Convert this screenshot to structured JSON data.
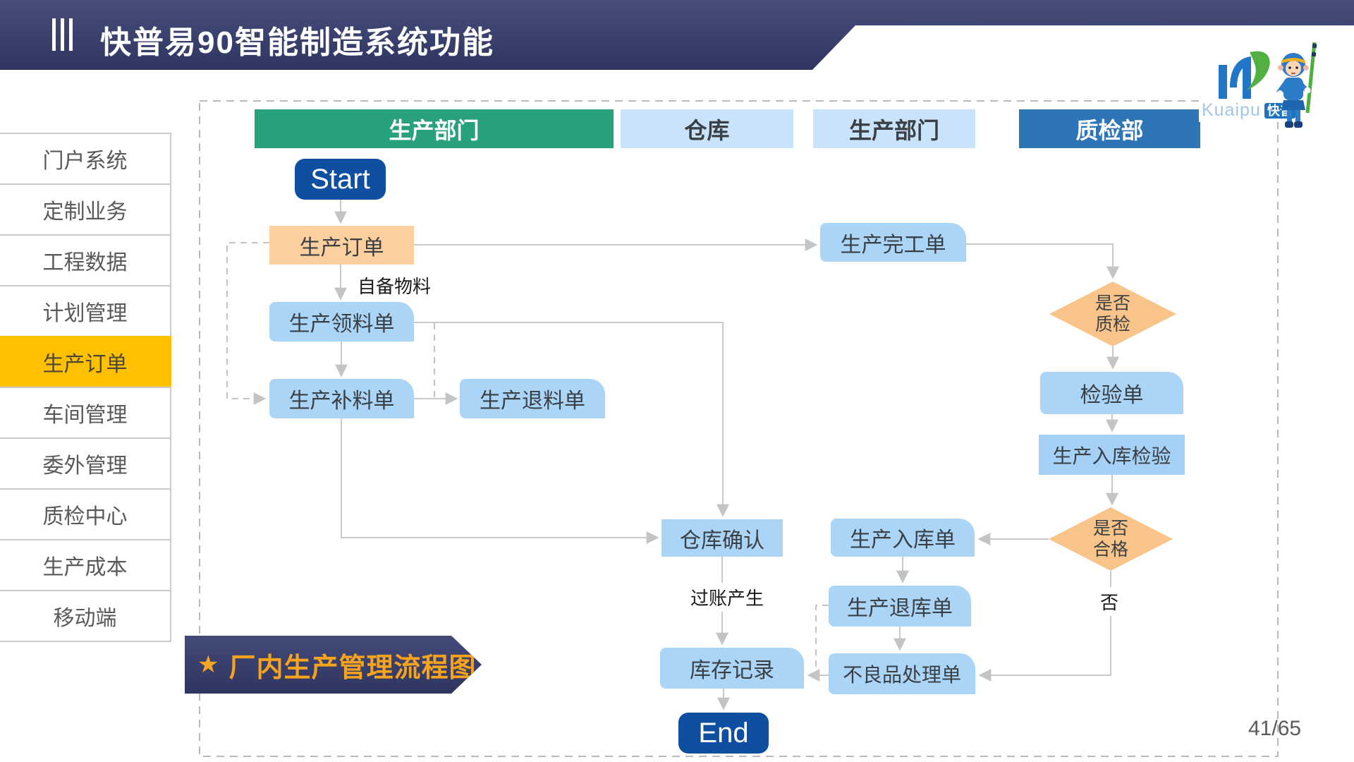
{
  "header": {
    "title": "快普易90智能制造系统功能"
  },
  "logo": {
    "brand_en": "Kuaipu",
    "brand_cn": "快普",
    "reg": "®"
  },
  "sidebar": {
    "active_index": 4,
    "items": [
      "门户系统",
      "定制业务",
      "工程数据",
      "计划管理",
      "生产订单",
      "车间管理",
      "委外管理",
      "质检中心",
      "生产成本",
      "移动端"
    ]
  },
  "lanes": [
    {
      "label": "生产部门",
      "color": "#27a27d"
    },
    {
      "label": "仓库",
      "color": "#c8e3fa"
    },
    {
      "label": "生产部门",
      "color": "#c8e3fa"
    },
    {
      "label": "质检部",
      "color": "#2e75b8"
    }
  ],
  "flow": {
    "start": "Start",
    "end": "End",
    "order": "生产订单",
    "pick": "生产领料单",
    "supplement": "生产补料单",
    "material_return": "生产退料单",
    "finish": "生产完工单",
    "warehouse_confirm": "仓库确认",
    "stock_record": "库存记录",
    "stock_in": "生产入库单",
    "stock_in_return": "生产退库单",
    "defect": "不良品处理单",
    "inspect_sheet": "检验单",
    "stock_in_inspect": "生产入库检验",
    "decision_qc_l1": "是否",
    "decision_qc_l2": "质检",
    "decision_pass_l1": "是否",
    "decision_pass_l2": "合格",
    "label_self_material": "自备物料",
    "label_posting": "过账产生",
    "label_no": "否"
  },
  "banner": {
    "star": "★",
    "text": "厂内生产管理流程图"
  },
  "page_number": "41/65",
  "colors": {
    "header_navy_top": "#474e7c",
    "header_navy_bottom": "#2e3560",
    "active_menu_yellow": "#ffc000",
    "lane_green": "#27a27d",
    "lane_deep_blue": "#2e75b8",
    "node_light_blue": "#abd5f7",
    "node_orange": "#fbcf9e",
    "diamond_orange": "#f9c489",
    "start_end_blue": "#0f4fa2",
    "connector_gray": "#c9c9c9",
    "banner_text_orange": "#f7a31b"
  }
}
